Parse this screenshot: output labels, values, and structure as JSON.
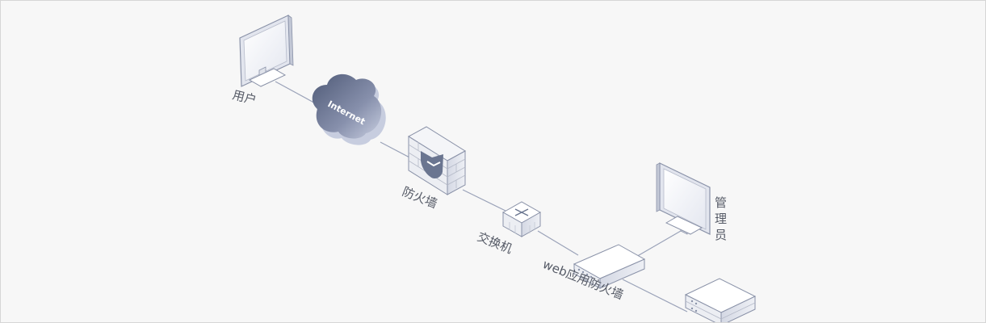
{
  "diagram": {
    "nodes": {
      "user": {
        "label": "用户",
        "icon": "monitor-icon"
      },
      "internet": {
        "label": "Internet",
        "icon": "cloud-icon"
      },
      "firewall": {
        "label": "防火墙",
        "icon": "firewall-icon"
      },
      "switch": {
        "label": "交换机",
        "icon": "switch-icon"
      },
      "waf": {
        "label": "web应用防火墙",
        "icon": "waf-appliance-icon"
      },
      "admin": {
        "label": "管理员",
        "icon": "monitor-icon"
      },
      "server": {
        "label": "",
        "icon": "server-icon"
      }
    },
    "admin_chars": [
      "管",
      "理",
      "员"
    ],
    "colors": {
      "line": "#9aa2b8",
      "label": "#555a66",
      "cloud_dark": "#5d6884",
      "cloud_light": "#c4cbde",
      "device_fill": "#ffffff",
      "device_stroke": "#8a92a8",
      "shield": "#6a7590"
    }
  }
}
